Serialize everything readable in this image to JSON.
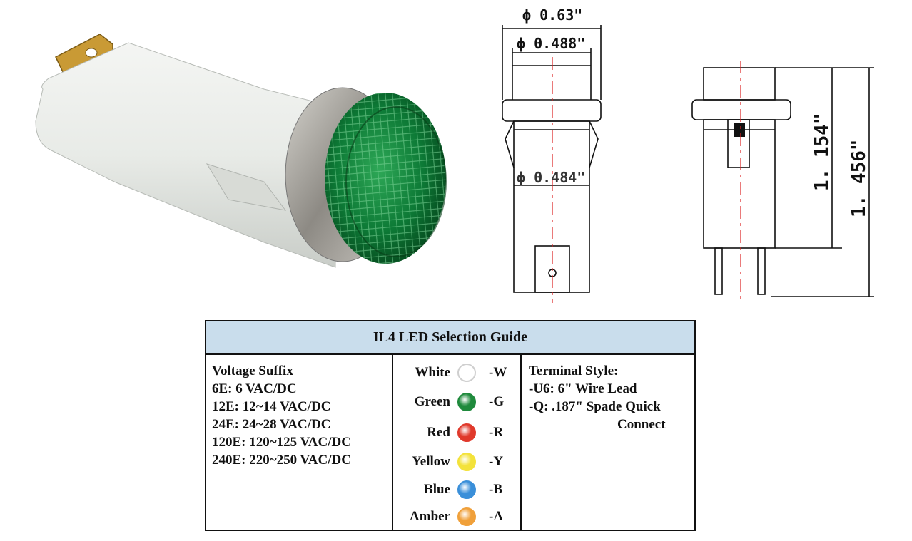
{
  "dimensions": {
    "outer_diameter": "ϕ 0.63\"",
    "lens_diameter": "ϕ 0.488\"",
    "body_diameter": "ϕ 0.484\"",
    "body_length": "1. 154\"",
    "overall_length": "1. 456\""
  },
  "guide": {
    "title": "IL4 LED Selection Guide",
    "voltage": {
      "heading": "Voltage Suffix",
      "items": [
        "6E: 6 VAC/DC",
        "12E: 12~14 VAC/DC",
        "24E: 24~28 VAC/DC",
        "120E: 120~125 VAC/DC",
        "240E: 220~250 VAC/DC"
      ]
    },
    "colors": [
      {
        "name": "White",
        "suffix": "-W",
        "color": "#ffffff"
      },
      {
        "name": "Green",
        "suffix": "-G",
        "color": "#1f8a3c"
      },
      {
        "name": "Red",
        "suffix": "-R",
        "color": "#e0392b"
      },
      {
        "name": "Yellow",
        "suffix": "-Y",
        "color": "#f3e23a"
      },
      {
        "name": "Blue",
        "suffix": "-B",
        "color": "#3a8fd9"
      },
      {
        "name": "Amber",
        "suffix": "-A",
        "color": "#f0a03a"
      }
    ],
    "terminal": {
      "heading": "Terminal Style:",
      "lines": [
        "-U6: 6\" Wire Lead",
        "-Q: .187\" Spade Quick",
        "Connect"
      ]
    }
  }
}
